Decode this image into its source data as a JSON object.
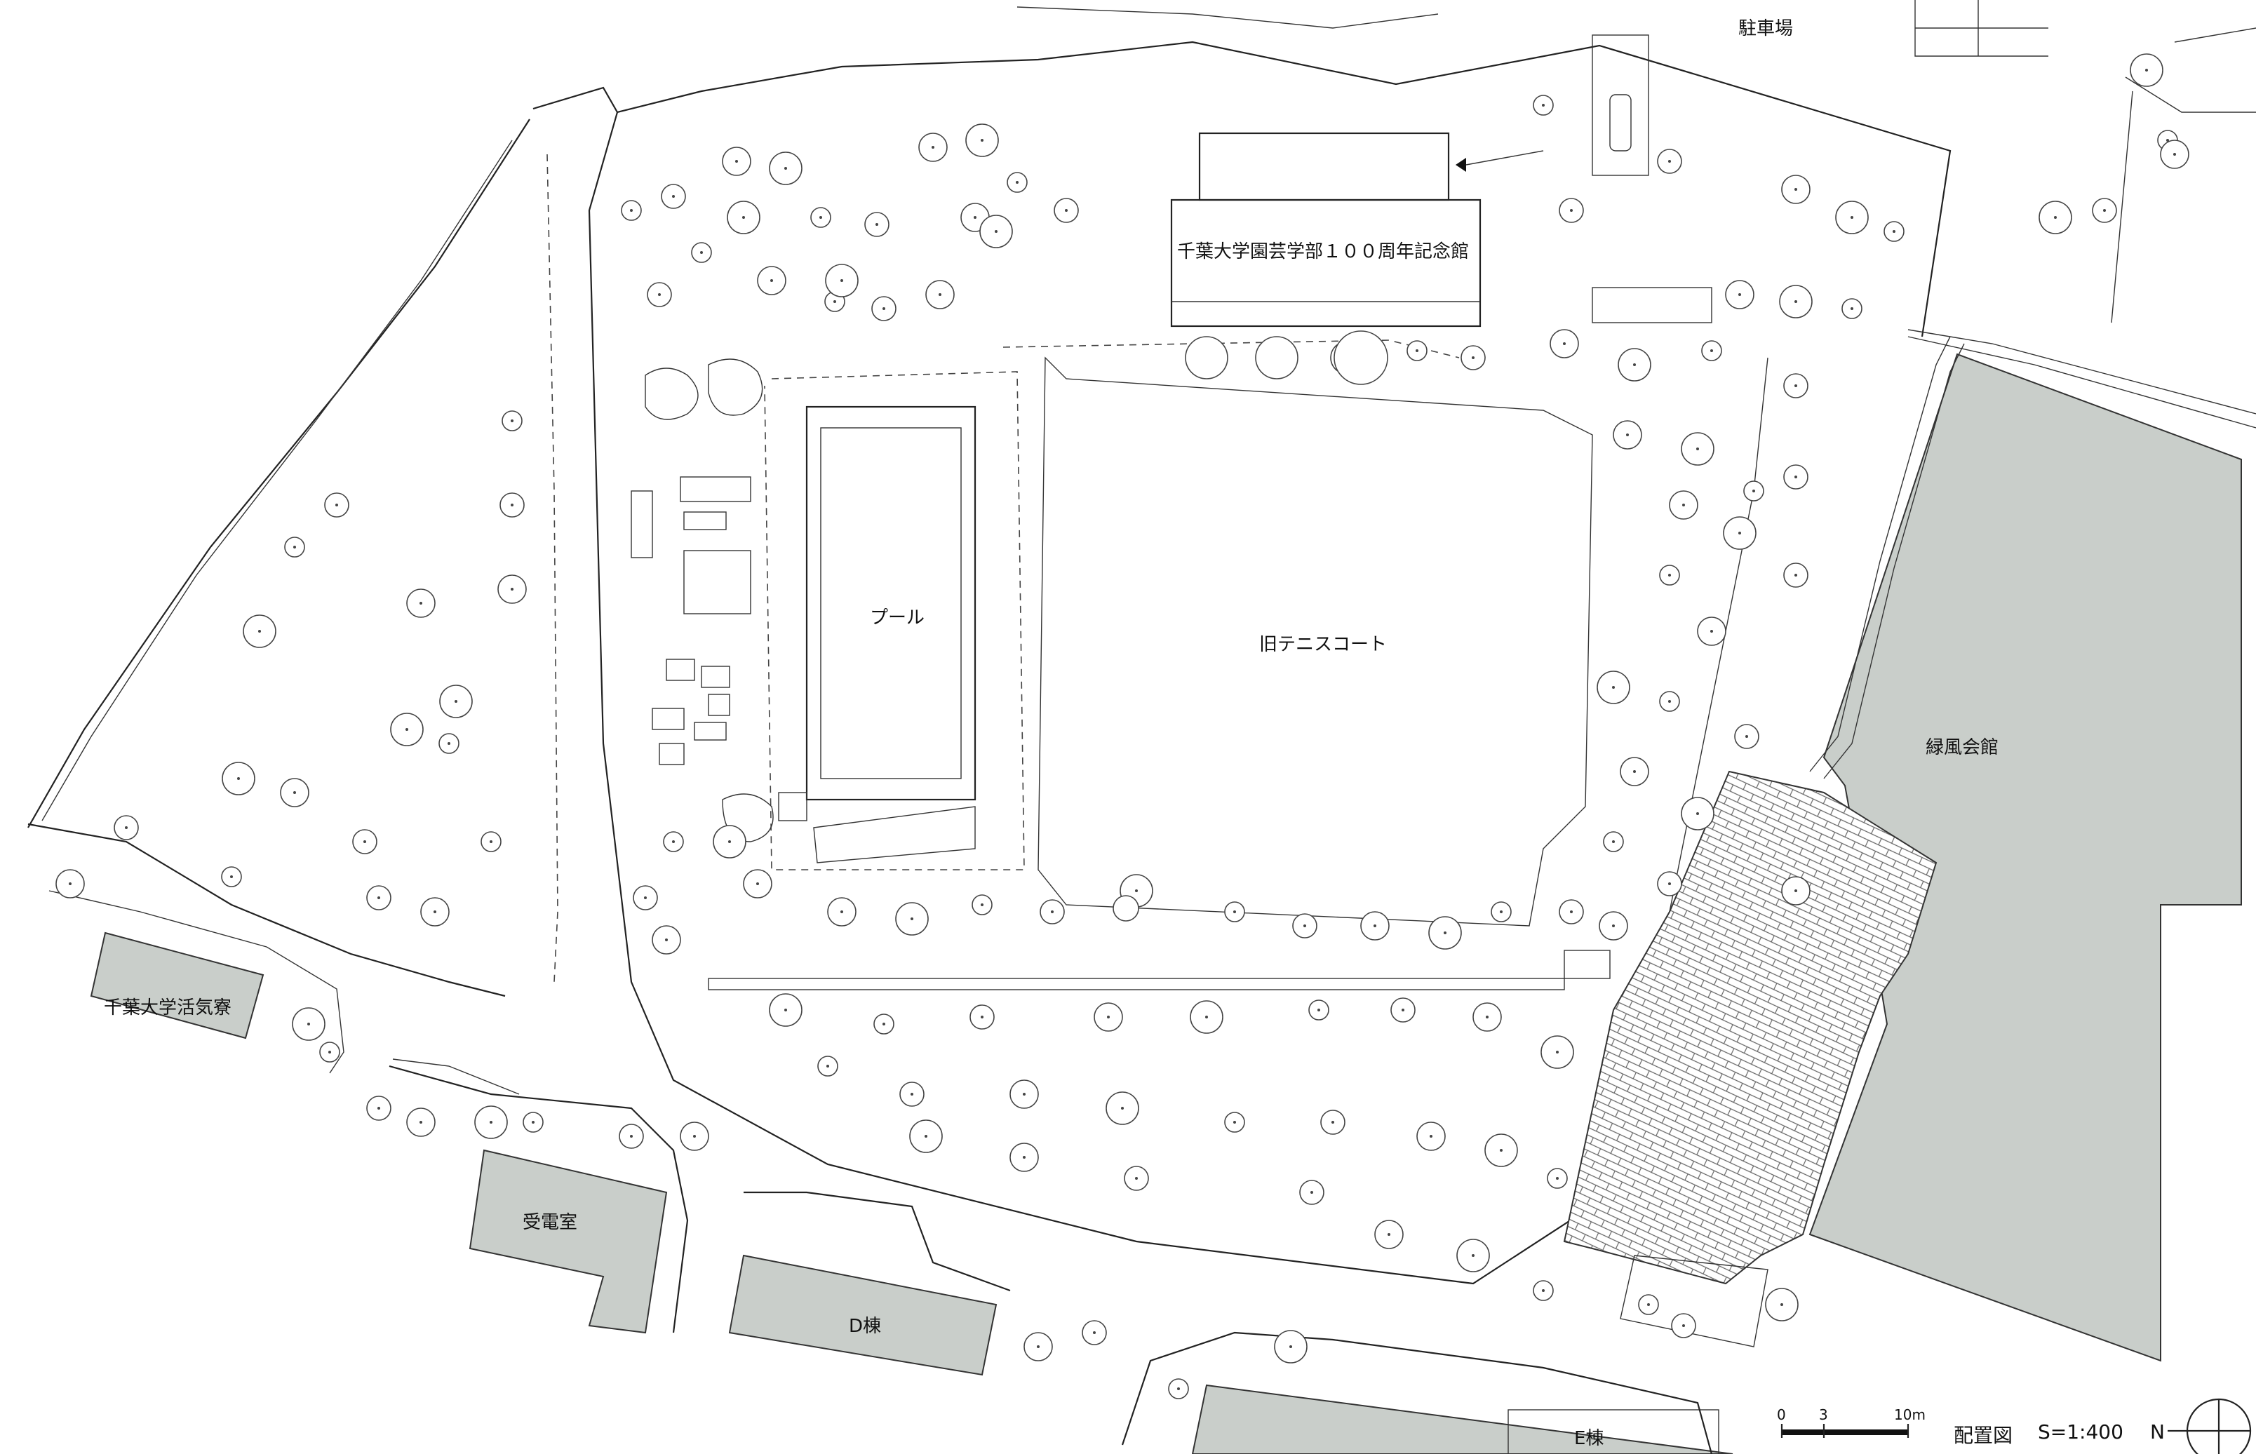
{
  "drawing": {
    "title": "配置図",
    "scale": "S=1:400",
    "north_label": "N"
  },
  "scale_bar": {
    "ticks": [
      "0",
      "3",
      "10m"
    ]
  },
  "labels": {
    "parking": "駐車場",
    "memorial_hall": "千葉大学園芸学部１００周年記念館",
    "pool": "プール",
    "tennis_court": "旧テニスコート",
    "ryokufu": "緑風会館",
    "dormitory": "千葉大学活気寮",
    "substation": "受電室",
    "building_d": "D棟",
    "building_e": "E棟"
  },
  "colors": {
    "building_fill": "#c9ceca",
    "line": "#222222",
    "paper": "#ffffff"
  }
}
